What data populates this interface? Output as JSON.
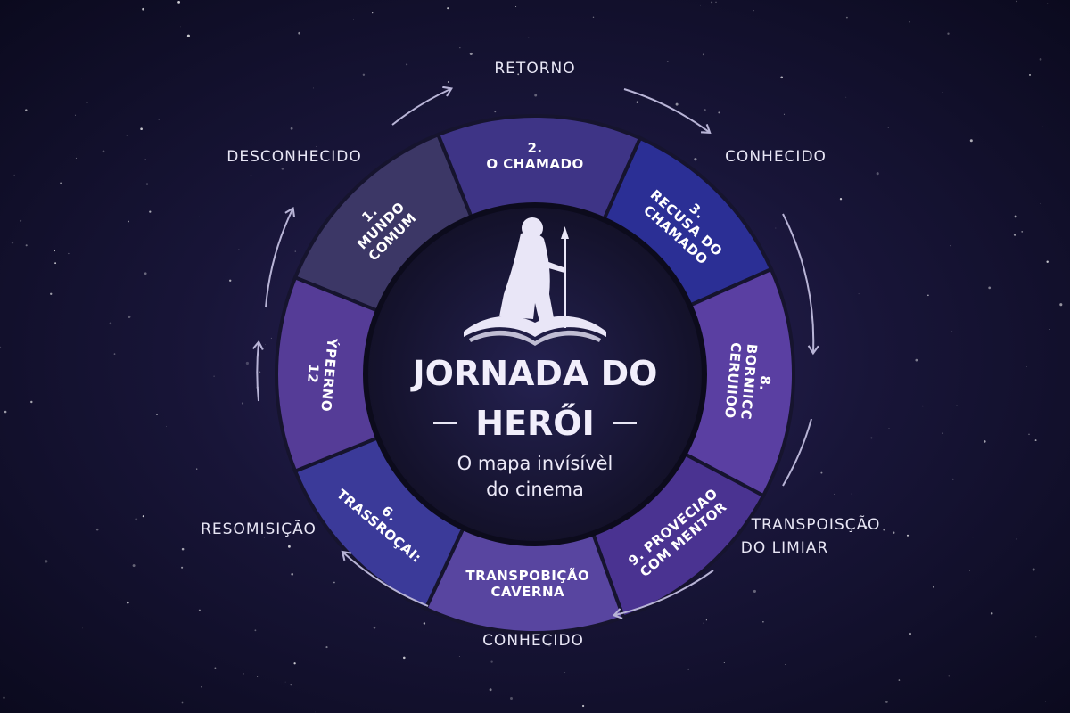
{
  "center": {
    "title_line1": "JORNADA DO",
    "title_line2": "HERŐI",
    "subtitle_line1": "O mapa invísívèl",
    "subtitle_line2": "do cinema",
    "icon": "hero-with-staff-on-book-icon"
  },
  "segments": [
    {
      "id": "1",
      "lines": [
        "1.",
        "MUNDO",
        "COMUM"
      ],
      "color": "#3c3766"
    },
    {
      "id": "2",
      "lines": [
        "2.",
        "O CHAMADO"
      ],
      "color": "#3e3486"
    },
    {
      "id": "3",
      "lines": [
        "3.",
        "RECUSA DO",
        "CHAMADO"
      ],
      "color": "#2b2f95"
    },
    {
      "id": "8",
      "lines": [
        "8.",
        "BORNIICC",
        "CERUIIOO"
      ],
      "color": "#5a3fa2"
    },
    {
      "id": "9",
      "lines": [
        "9. PROVECIAO",
        "COM MENTOR"
      ],
      "color": "#4a3391"
    },
    {
      "id": "caverna",
      "lines": [
        "TRANSPOBIÇÃO",
        "CAVERNA"
      ],
      "color": "#5845a0"
    },
    {
      "id": "6",
      "lines": [
        "6.",
        "TRASSROÇAI:"
      ],
      "color": "#3b3a99"
    },
    {
      "id": "12",
      "lines": [
        "ÝPEERNO",
        "12"
      ],
      "color": "#553c97"
    }
  ],
  "outer_labels": {
    "top": "RETORNO",
    "top_left": "DESCONHECIDO",
    "top_right": "CONHECIDO",
    "right_line1": "TRANSPOISÇÃO",
    "right_line2": "DO LIMIAR",
    "left": "RESOMISIÇÃO",
    "bottom": "CONHECIDO"
  },
  "colors": {
    "accent": "#a78bfa",
    "center_disc": "#181636",
    "arrow": "#b8b4d6"
  }
}
